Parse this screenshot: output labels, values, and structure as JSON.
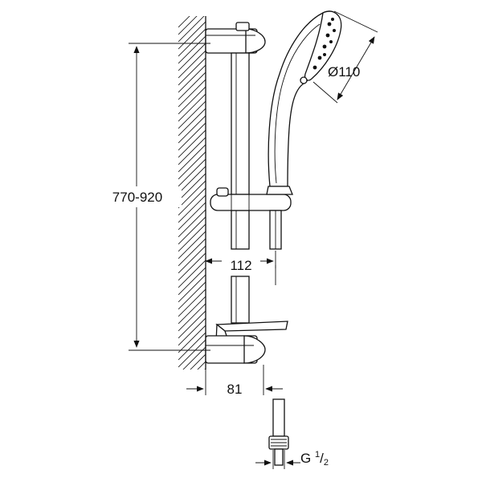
{
  "dimensions": {
    "height_range": "770-920",
    "head_diameter": "Ø110",
    "wall_to_holder": "112",
    "wall_to_bracket": "81",
    "thread_prefix": "G ",
    "thread_num": "1",
    "thread_den": "2"
  },
  "colors": {
    "line": "#111111",
    "background": "#ffffff"
  },
  "icons": {
    "arrowheads": "filled-triangle",
    "wall": "diagonal-hatch"
  }
}
